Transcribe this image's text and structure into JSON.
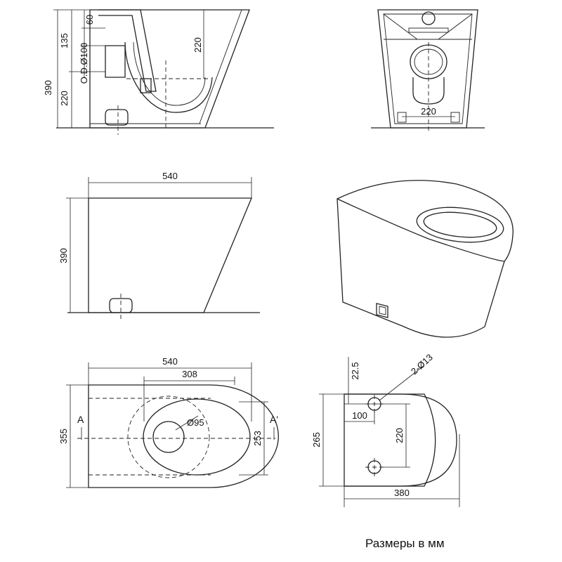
{
  "views": {
    "section": {
      "dims": [
        "390",
        "220",
        "135",
        "60",
        "O.D.Ø100",
        "220"
      ]
    },
    "front": {
      "dims": [
        "220"
      ]
    },
    "side": {
      "dims": [
        "540",
        "390"
      ]
    },
    "top": {
      "dims": [
        "540",
        "308",
        "355",
        "253",
        "Ø95"
      ],
      "section_marks": [
        "A",
        "A'"
      ]
    },
    "base": {
      "dims": [
        "22.5",
        "2-Ø13",
        "100",
        "265",
        "220",
        "380"
      ]
    }
  },
  "caption": "Размеры в мм"
}
